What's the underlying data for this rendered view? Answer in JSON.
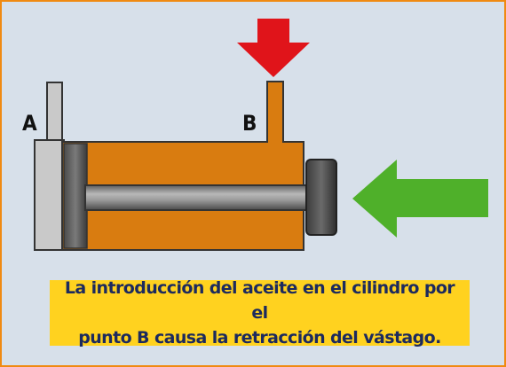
{
  "labels": {
    "port_a": "A",
    "port_b": "B"
  },
  "caption": {
    "line1": "La introducción del aceite en el cilindro por el",
    "line2": "punto B causa la retracción del vástago."
  },
  "colors": {
    "frame_border": "#f08a12",
    "background": "#d7e0ea",
    "cylinder_body": "#d97c10",
    "port_a": "#c9c9c9",
    "piston_rod": "#8c8c8c",
    "inflow_arrow": "#e0141a",
    "rod_force_arrow": "#4fb02a",
    "caption_background": "#ffd21f",
    "caption_text": "#1c2a5e"
  },
  "icons": {
    "inflow_arrow": "arrow-down-icon",
    "rod_force_arrow": "arrow-left-icon"
  }
}
